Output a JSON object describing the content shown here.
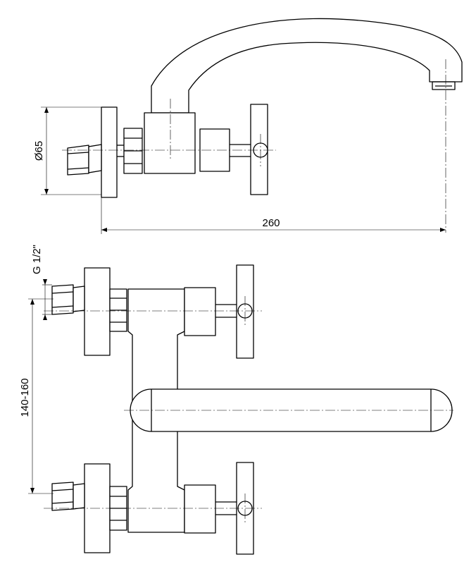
{
  "dimensions": {
    "diameter": "Ø65",
    "length": "260",
    "thread": "G 1/2\"",
    "centers": "140-160"
  }
}
